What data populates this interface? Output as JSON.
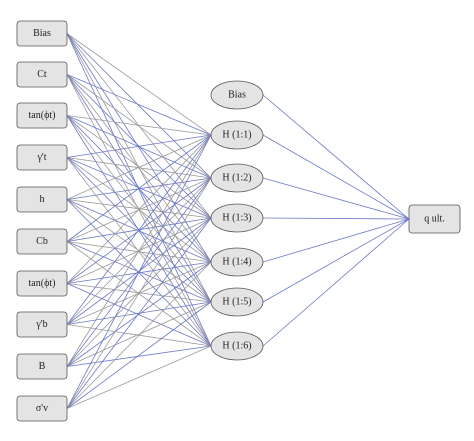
{
  "inputs": [
    {
      "id": "in-bias",
      "label": "Bias"
    },
    {
      "id": "in-ct",
      "label": "Ct"
    },
    {
      "id": "in-tan-phi-t",
      "label": "tan(ϕt)"
    },
    {
      "id": "in-gamma-t",
      "label": "γ't"
    },
    {
      "id": "in-h",
      "label": "h"
    },
    {
      "id": "in-cb",
      "label": "Cb"
    },
    {
      "id": "in-tan-phi-b",
      "label": "tan(ϕt)"
    },
    {
      "id": "in-gamma-b",
      "label": "γ'b"
    },
    {
      "id": "in-b",
      "label": "B"
    },
    {
      "id": "in-sigma-v",
      "label": "σ'v"
    }
  ],
  "hidden": [
    {
      "id": "hid-bias",
      "label": "Bias",
      "is_bias": true
    },
    {
      "id": "hid-1",
      "label": "H (1:1)"
    },
    {
      "id": "hid-2",
      "label": "H (1:2)"
    },
    {
      "id": "hid-3",
      "label": "H (1:3)"
    },
    {
      "id": "hid-4",
      "label": "H (1:4)"
    },
    {
      "id": "hid-5",
      "label": "H (1:5)"
    },
    {
      "id": "hid-6",
      "label": "H (1:6)"
    }
  ],
  "output": {
    "id": "out-q-ult",
    "label": "q ult."
  },
  "colors": {
    "connection_gray": "#9a9a9a",
    "connection_blue": "#6b78c8",
    "node_fill": "#e4e4e4",
    "node_stroke": "#555555"
  }
}
